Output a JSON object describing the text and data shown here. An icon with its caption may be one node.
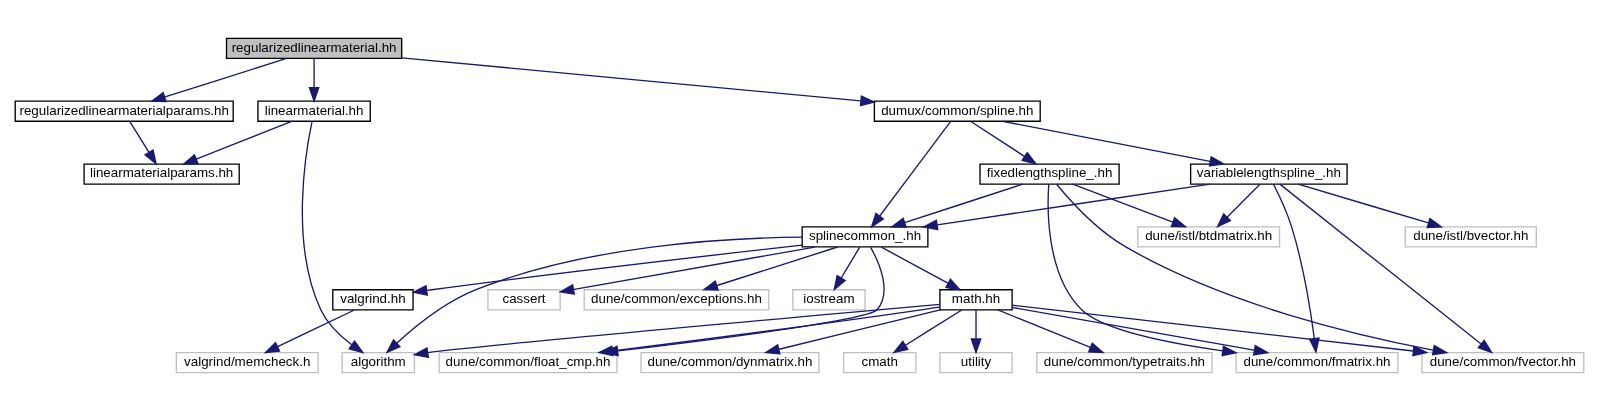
{
  "diagram": {
    "nodes": [
      {
        "text": [
          "regularizedlinearmaterial.hh"
        ]
      },
      {
        "text": [
          "regularizedlinearmaterialparams.hh"
        ]
      },
      {
        "text": [
          "linearmaterial.hh"
        ]
      },
      {
        "text": [
          "dumux/common/spline.hh"
        ]
      },
      {
        "text": [
          "linearmaterialparams.hh"
        ]
      },
      {
        "text": [
          "fixedlengthspline_.hh"
        ]
      },
      {
        "text": [
          "variablelengthspline_.hh"
        ]
      },
      {
        "text": [
          "splinecommon_.hh"
        ]
      },
      {
        "text": [
          "dune/istl/btdmatrix.hh"
        ]
      },
      {
        "text": [
          "dune/istl/bvector.hh"
        ]
      },
      {
        "text": [
          "math.hh"
        ]
      },
      {
        "text": [
          "iostream"
        ]
      },
      {
        "text": [
          "cassert"
        ]
      },
      {
        "text": [
          "dune/common/exceptions.hh"
        ]
      },
      {
        "text": [
          "valgrind.hh"
        ]
      },
      {
        "text": [
          "algorithm"
        ]
      },
      {
        "text": [
          "cmath"
        ]
      },
      {
        "text": [
          "utility"
        ]
      },
      {
        "text": [
          "dune/common/typetraits.hh"
        ]
      },
      {
        "text": [
          "dune/common/dynmatrix.hh"
        ]
      },
      {
        "text": [
          "dune/common/float_cmp.hh"
        ]
      },
      {
        "text": [
          "dune/common/fvector.hh"
        ]
      },
      {
        "text": [
          "dune/common/fmatrix.hh"
        ]
      },
      {
        "text": [
          "valgrind/memcheck.h"
        ]
      }
    ],
    "edges": [
      {
        "from": 0,
        "to": 1,
        "arrow": "to"
      },
      {
        "from": 0,
        "to": 2,
        "arrow": "to"
      },
      {
        "from": 0,
        "to": 3,
        "arrow": "to"
      },
      {
        "from": 1,
        "to": 4,
        "arrow": "to"
      },
      {
        "from": 2,
        "to": 4,
        "arrow": "to"
      },
      {
        "from": 2,
        "to": 15,
        "arrow": "to"
      },
      {
        "from": 3,
        "to": 7,
        "arrow": "to"
      },
      {
        "from": 3,
        "to": 5,
        "arrow": "to"
      },
      {
        "from": 3,
        "to": 6,
        "arrow": "to"
      },
      {
        "from": 5,
        "to": 7,
        "arrow": "to"
      },
      {
        "from": 5,
        "to": 8,
        "arrow": "to"
      },
      {
        "from": 5,
        "to": 21,
        "arrow": "to"
      },
      {
        "from": 5,
        "to": 22,
        "arrow": "to"
      },
      {
        "from": 6,
        "to": 7,
        "arrow": "to"
      },
      {
        "from": 6,
        "to": 8,
        "arrow": "to"
      },
      {
        "from": 6,
        "to": 9,
        "arrow": "to"
      },
      {
        "from": 6,
        "to": 21,
        "arrow": "to"
      },
      {
        "from": 6,
        "to": 22,
        "arrow": "to"
      },
      {
        "from": 7,
        "to": 15,
        "arrow": "to"
      },
      {
        "from": 7,
        "to": 10,
        "arrow": "to"
      },
      {
        "from": 7,
        "to": 11,
        "arrow": "to"
      },
      {
        "from": 7,
        "to": 12,
        "arrow": "to"
      },
      {
        "from": 7,
        "to": 13,
        "arrow": "to"
      },
      {
        "from": 7,
        "to": 20,
        "arrow": "to"
      },
      {
        "from": 7,
        "to": 14,
        "arrow": "to"
      },
      {
        "from": 10,
        "to": 15,
        "arrow": "to"
      },
      {
        "from": 10,
        "to": 16,
        "arrow": "to"
      },
      {
        "from": 10,
        "to": 17,
        "arrow": "to"
      },
      {
        "from": 10,
        "to": 18,
        "arrow": "to"
      },
      {
        "from": 10,
        "to": 19,
        "arrow": "to"
      },
      {
        "from": 10,
        "to": 20,
        "arrow": "to"
      },
      {
        "from": 10,
        "to": 21,
        "arrow": "to"
      },
      {
        "from": 10,
        "to": 22,
        "arrow": "to"
      },
      {
        "from": 14,
        "to": 23,
        "arrow": "to"
      }
    ]
  }
}
